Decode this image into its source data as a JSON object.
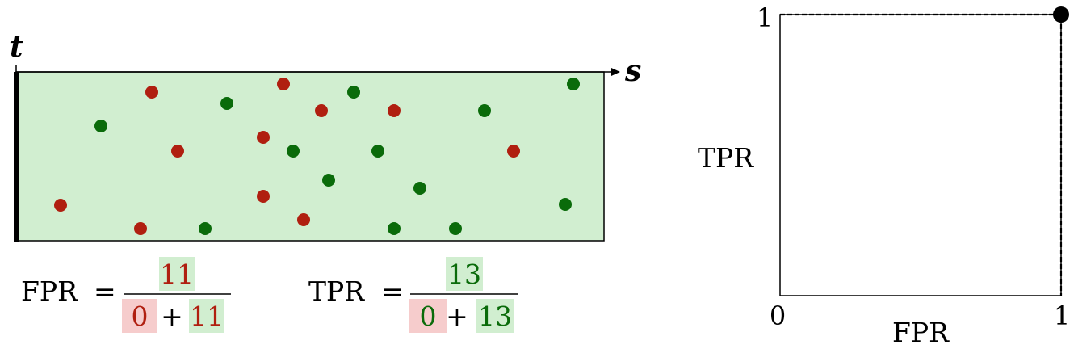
{
  "diagram": {
    "axis_t": "t",
    "axis_s": "s",
    "colors": {
      "region_fill": "#d1eed0",
      "red_point": "#b01f10",
      "green_point": "#0a6b0a",
      "red_box": "#f6cccc",
      "green_box": "#d1eed0"
    },
    "points": {
      "red_count": 11,
      "green_count": 13
    }
  },
  "formulas": {
    "fpr": {
      "label": "FPR",
      "equals": "=",
      "numerator": "11",
      "denominator_left": "0",
      "plus": "+",
      "denominator_right": "11"
    },
    "tpr": {
      "label": "TPR",
      "equals": "=",
      "numerator": "13",
      "denominator_left": "0",
      "plus": "+",
      "denominator_right": "13"
    }
  },
  "roc_plot": {
    "ylabel": "TPR",
    "xlabel": "FPR",
    "y_tick_top": "1",
    "x_tick_left": "0",
    "x_tick_right": "1",
    "xlim": [
      0,
      1
    ],
    "ylim": [
      0,
      1
    ],
    "highlight_point": {
      "fpr": 1,
      "tpr": 1
    }
  }
}
